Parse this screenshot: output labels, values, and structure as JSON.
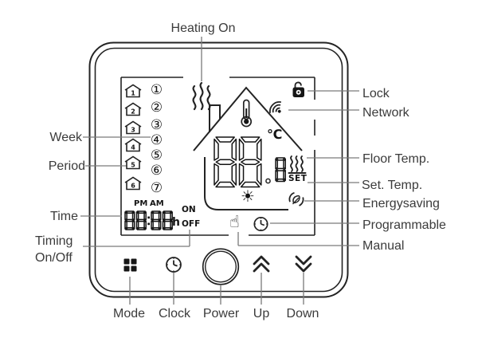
{
  "diagram_title": "thermostat-callout-diagram",
  "callouts": {
    "heating_on": "Heating On",
    "week": "Week",
    "period": "Period",
    "time": "Time",
    "timing_line1": "Timing",
    "timing_line2": "On/Off",
    "lock": "Lock",
    "network": "Network",
    "floor_temp": "Floor Temp.",
    "set_temp": "Set. Temp.",
    "energysaving": "Energysaving",
    "programmable": "Programmable",
    "manual": "Manual",
    "mode": "Mode",
    "clock": "Clock",
    "power": "Power",
    "up": "Up",
    "down": "Down"
  },
  "display": {
    "week_days": [
      "①",
      "②",
      "③",
      "④",
      "⑤",
      "⑥",
      "⑦"
    ],
    "periods": [
      "1",
      "2",
      "3",
      "4",
      "5",
      "6"
    ],
    "meridiem_pm": "PM",
    "meridiem_am": "AM",
    "time_value": "88:88",
    "time_unit": "h",
    "timer_on": "ON",
    "timer_off": "OFF",
    "main_temp": "88",
    "temp_unit": "℃",
    "floor_temp_digit": "8",
    "set_label": "SET",
    "icons": {
      "sun": "☀",
      "hand": "☝"
    }
  },
  "colors": {
    "outline": "#232323",
    "leader": "#7a7a7a",
    "label_text": "#3b3b3b",
    "lcd": "#141414"
  }
}
